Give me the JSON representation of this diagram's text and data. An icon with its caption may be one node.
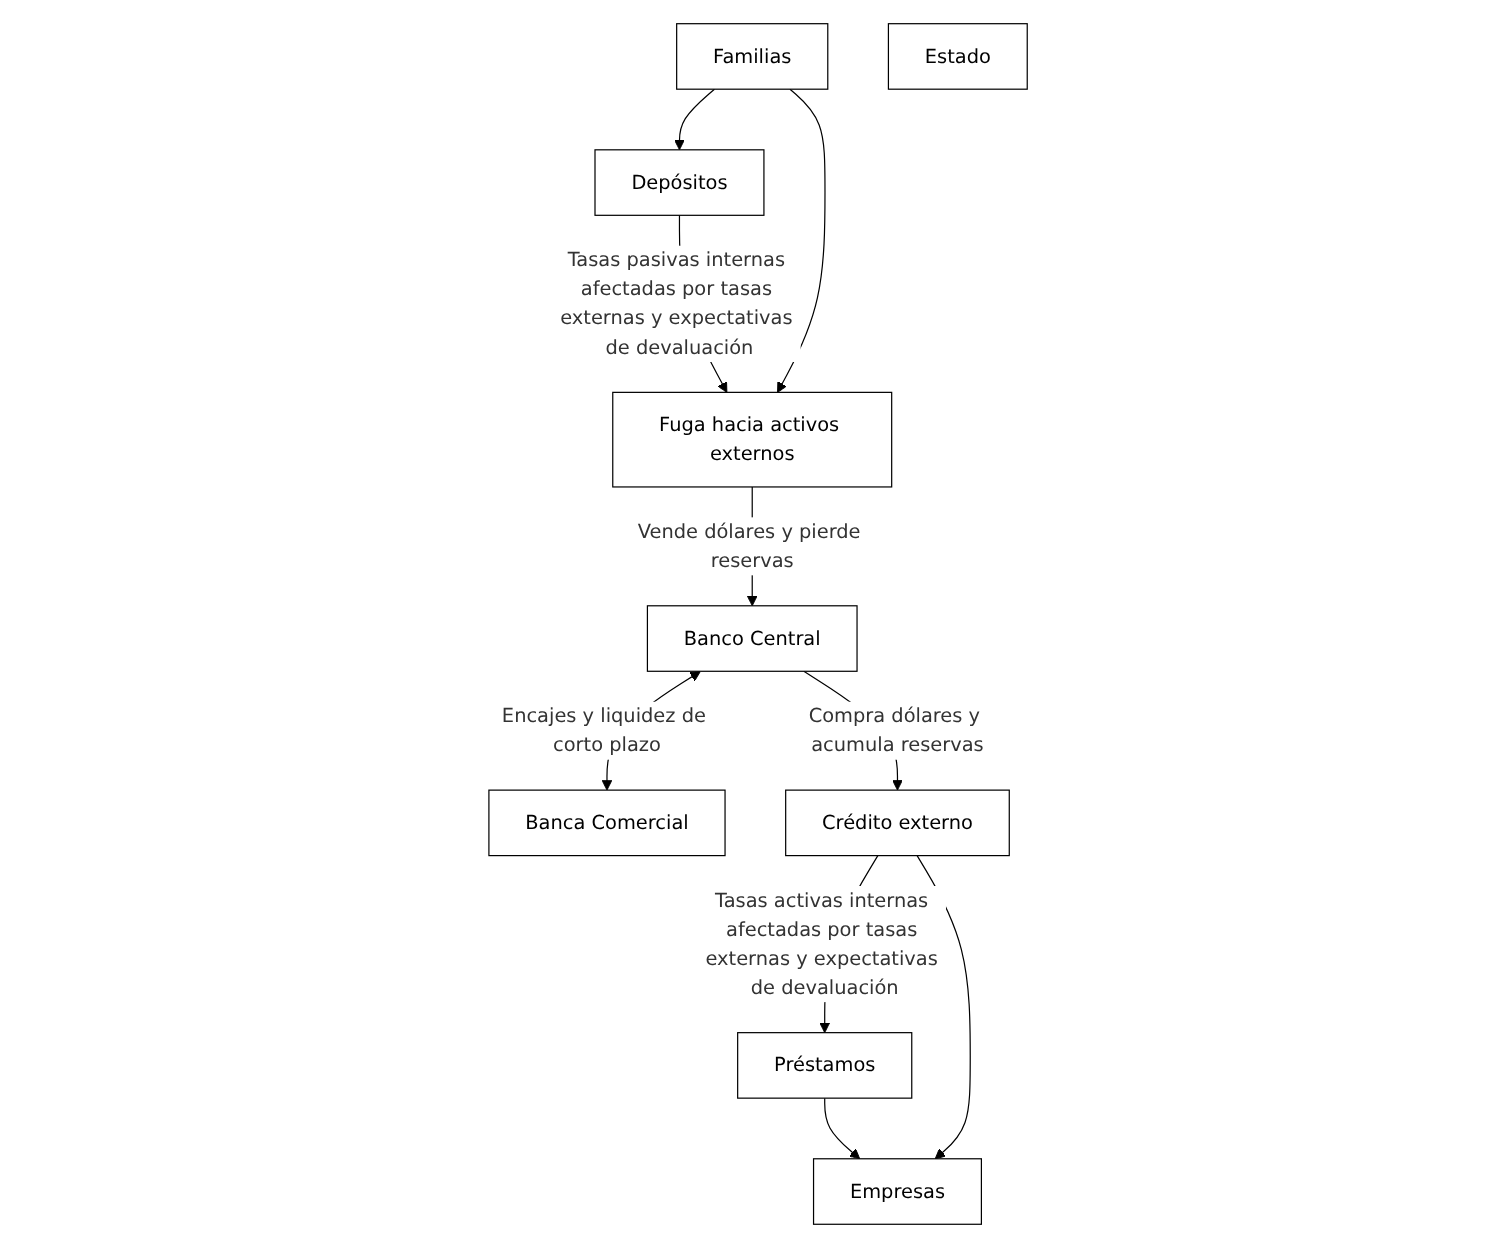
{
  "diagram": {
    "nodes": [
      {
        "text": [
          "Fuga hacia activos externos"
        ]
      },
      {
        "text": [
          "Banco Central"
        ]
      },
      {
        "text": [
          "Depósitos"
        ]
      },
      {
        "text": [
          "Banca Comercial"
        ]
      },
      {
        "text": [
          "Préstamos"
        ]
      },
      {
        "text": [
          "Familias"
        ]
      },
      {
        "text": [
          "Estado"
        ]
      },
      {
        "text": [
          "Empresas"
        ]
      },
      {
        "text": [
          "Crédito externo"
        ]
      }
    ],
    "edges": [
      {
        "from": 0,
        "to": 1,
        "arrow": "to",
        "label": "Vende dólares y pierde reservas"
      },
      {
        "from": 1,
        "to": 8,
        "arrow": "to",
        "label": "Compra dólares y acumula reservas"
      },
      {
        "from": 1,
        "to": 3,
        "arrow": "both",
        "label": "Encajes y liquidez de corto plazo"
      },
      {
        "from": 2,
        "to": 0,
        "arrow": "to",
        "label": "Tasas pasivas internas afectadas por tasas externas y expectativas de devaluación"
      },
      {
        "from": 5,
        "to": 0,
        "arrow": "to"
      },
      {
        "from": 5,
        "to": 2,
        "arrow": "to"
      },
      {
        "from": 4,
        "to": 7,
        "arrow": "to"
      },
      {
        "from": 8,
        "to": 4,
        "arrow": "to",
        "label": "Tasas activas internas afectadas por tasas externas y expectativas de devaluación"
      },
      {
        "from": 8,
        "to": 7,
        "arrow": "to"
      }
    ]
  }
}
